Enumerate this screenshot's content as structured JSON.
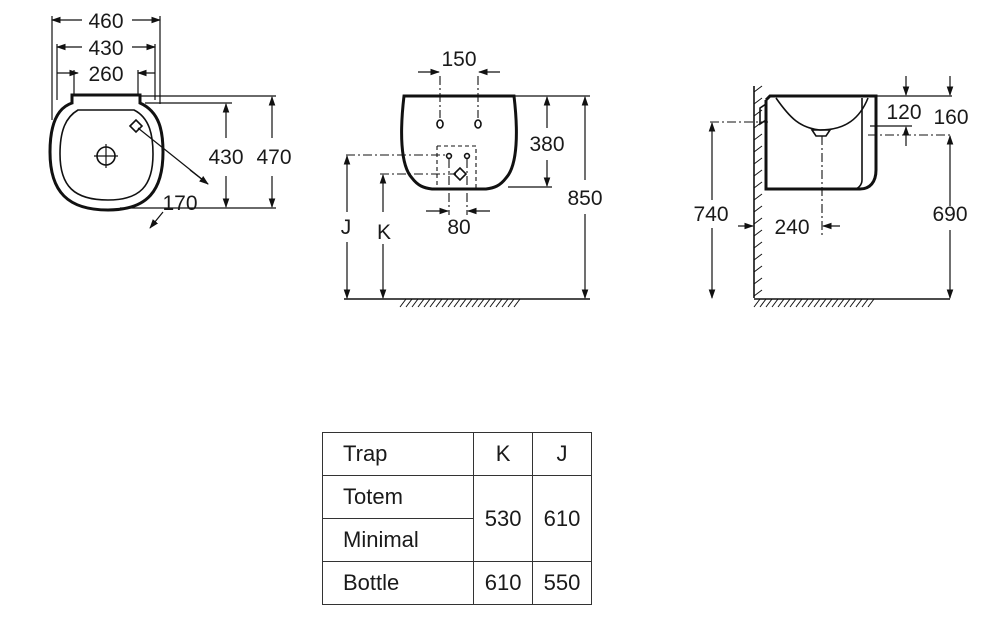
{
  "top_view": {
    "dims": [
      "460",
      "430",
      "260",
      "430",
      "470",
      "170"
    ]
  },
  "front_view": {
    "dims": [
      "150",
      "380",
      "850",
      "80"
    ],
    "labels": [
      "J",
      "K"
    ]
  },
  "side_view": {
    "dims": [
      "120",
      "160",
      "740",
      "240",
      "690"
    ]
  },
  "trap_table": {
    "headers": [
      "Trap",
      "K",
      "J"
    ],
    "rows": [
      {
        "names": [
          "Totem",
          "Minimal"
        ],
        "k": "530",
        "j": "610"
      },
      {
        "names": [
          "Bottle"
        ],
        "k": "610",
        "j": "550"
      }
    ]
  }
}
